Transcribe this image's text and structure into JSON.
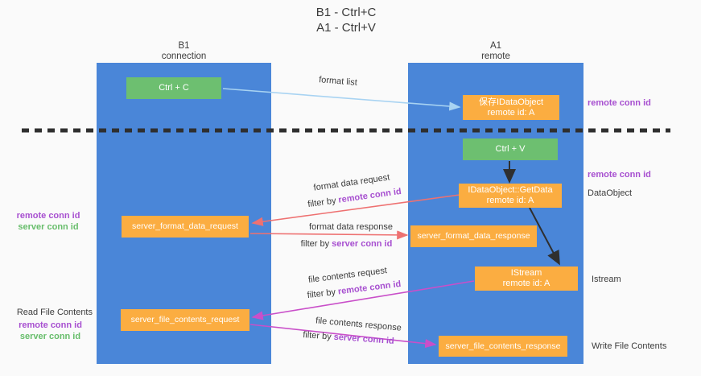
{
  "title": {
    "line1": "B1 - Ctrl+C",
    "line2": "A1 - Ctrl+V"
  },
  "lanes": {
    "left": {
      "name": "B1",
      "role": "connection"
    },
    "right": {
      "name": "A1",
      "role": "remote"
    }
  },
  "boxes": {
    "ctrl_c": "Ctrl + C",
    "save_dataobject": {
      "line1": "保存IDataObject",
      "line2": "remote id: A"
    },
    "ctrl_v": "Ctrl + V",
    "getdata": {
      "line1": "IDataObject::GetData",
      "line2": "remote id: A"
    },
    "format_request": "server_format_data_request",
    "format_response": "server_format_data_response",
    "istream": {
      "line1": "IStream",
      "line2": "remote id: A"
    },
    "file_request": "server_file_contents_request",
    "file_response": "server_file_contents_response"
  },
  "arrow_labels": {
    "format_list": "format list",
    "format_data_request": "format data request",
    "filter_remote_1": {
      "prefix": "filter by",
      "value": "remote conn id"
    },
    "format_data_response": "format data response",
    "filter_server_1": {
      "prefix": "filter by",
      "value": "server conn id"
    },
    "file_contents_request": "file contents request",
    "filter_remote_2": {
      "prefix": "filter by",
      "value": "remote conn id"
    },
    "file_contents_response": "file contents response",
    "filter_server_2": {
      "prefix": "filter by",
      "value": "server conn id"
    }
  },
  "side_labels": {
    "remote_conn_top_right": "remote conn id",
    "remote_conn_mid_right": "remote conn id",
    "dataobject": "DataObject",
    "istream": "Istream",
    "write_file": "Write File Contents",
    "read_file": "Read File Contents",
    "remote_conn_left_mid": "remote conn id",
    "server_conn_left_mid": "server conn id",
    "remote_conn_left_bottom": "remote conn id",
    "server_conn_left_bottom": "server conn id"
  },
  "colors": {
    "lane_blue": "#4a86d8",
    "box_green": "#6dbf70",
    "box_orange": "#fbad41",
    "purple_text": "#a74fd0",
    "green_text": "#67bd6b",
    "arrow_blue": "#a8d3f2",
    "arrow_red": "#ee7171",
    "arrow_magenta": "#c94fc9",
    "arrow_black": "#2f2f2f",
    "background": "#fafafa"
  }
}
